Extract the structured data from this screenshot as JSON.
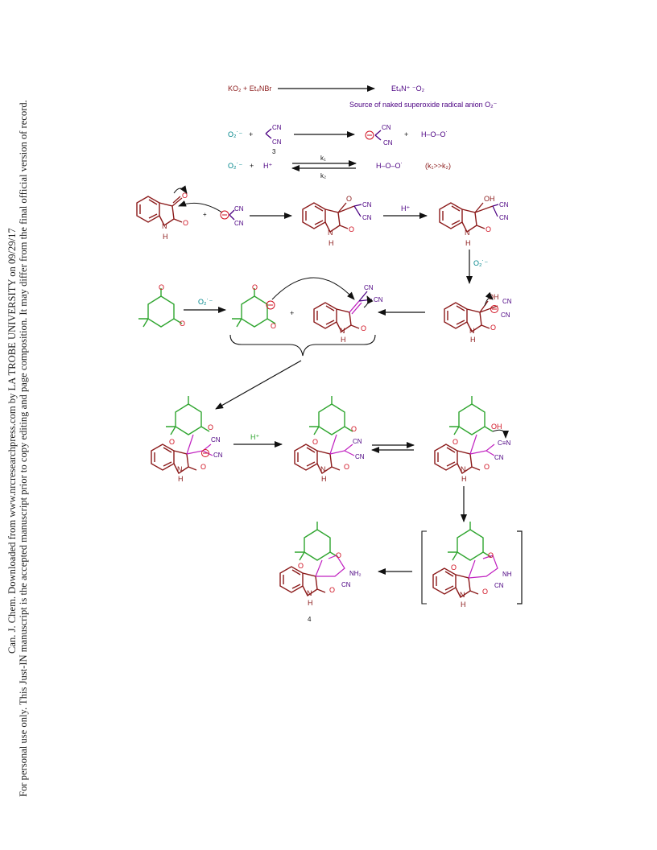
{
  "watermark": {
    "line1": "Can. J. Chem. Downloaded from www.nrcresearchpress.com by LA TROBE UNIVERSITY on 09/29/17",
    "line2": "For personal use only. This Just-IN manuscript is the accepted manuscript prior to copy editing and page composition. It may differ from the final official version of record."
  },
  "scheme": {
    "row1": {
      "reagents": "KO₂ + Et₄NBr",
      "product": "Et₄N⁺ ⁻O₂",
      "note": "Source of naked superoxide radical anion O₂⁻"
    },
    "row2": {
      "sup": "O₂˙⁻",
      "plus": "+",
      "cn": "CN",
      "compound": "3",
      "hoo": "H–O–O˙"
    },
    "row3": {
      "sup": "O₂˙⁻",
      "plus": "+",
      "h": "H⁺",
      "k1": "k₁",
      "k2": "k₂",
      "hoo": "H–O–O˙",
      "ratio": "(k₁>>k₂)"
    },
    "common": {
      "o": "O",
      "n": "N",
      "h": "H",
      "oh": "OH",
      "cn": "CN",
      "nh2": "NH₂",
      "nh": "NH",
      "cen": "C≡N",
      "hplus": "H⁺",
      "sup": "O₂˙⁻",
      "plus": "+"
    },
    "final": {
      "compound": "4"
    }
  },
  "colors": {
    "maroon": "#8b1a1a",
    "green": "#2fa52f",
    "teal": "#00868b",
    "purple": "#4b0082",
    "magenta": "#c020c0",
    "red": "#d01020",
    "black": "#111111"
  }
}
